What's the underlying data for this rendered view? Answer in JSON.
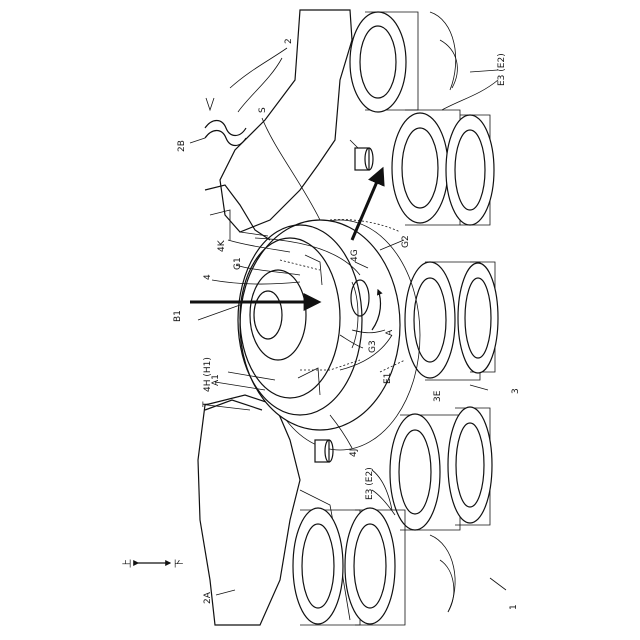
{
  "labels": {
    "n2": "2",
    "n2A": "2A",
    "n2B": "2B",
    "n1": "1",
    "n3": "3",
    "n3E": "3E",
    "n4": "4",
    "n4K": "4K",
    "n4G": "4G",
    "n4J": "4J",
    "n4H": "4H (H1)",
    "S": "S",
    "G1": "G1",
    "G2": "G2",
    "G3": "G3",
    "A": "A",
    "A1": "A1",
    "B1": "B1",
    "T": "T",
    "E1": "E1",
    "E3E2_top": "E3 (E2)",
    "E3E2_bottom": "E3 (E2)"
  },
  "direction": {
    "up": "上",
    "down": "下"
  }
}
